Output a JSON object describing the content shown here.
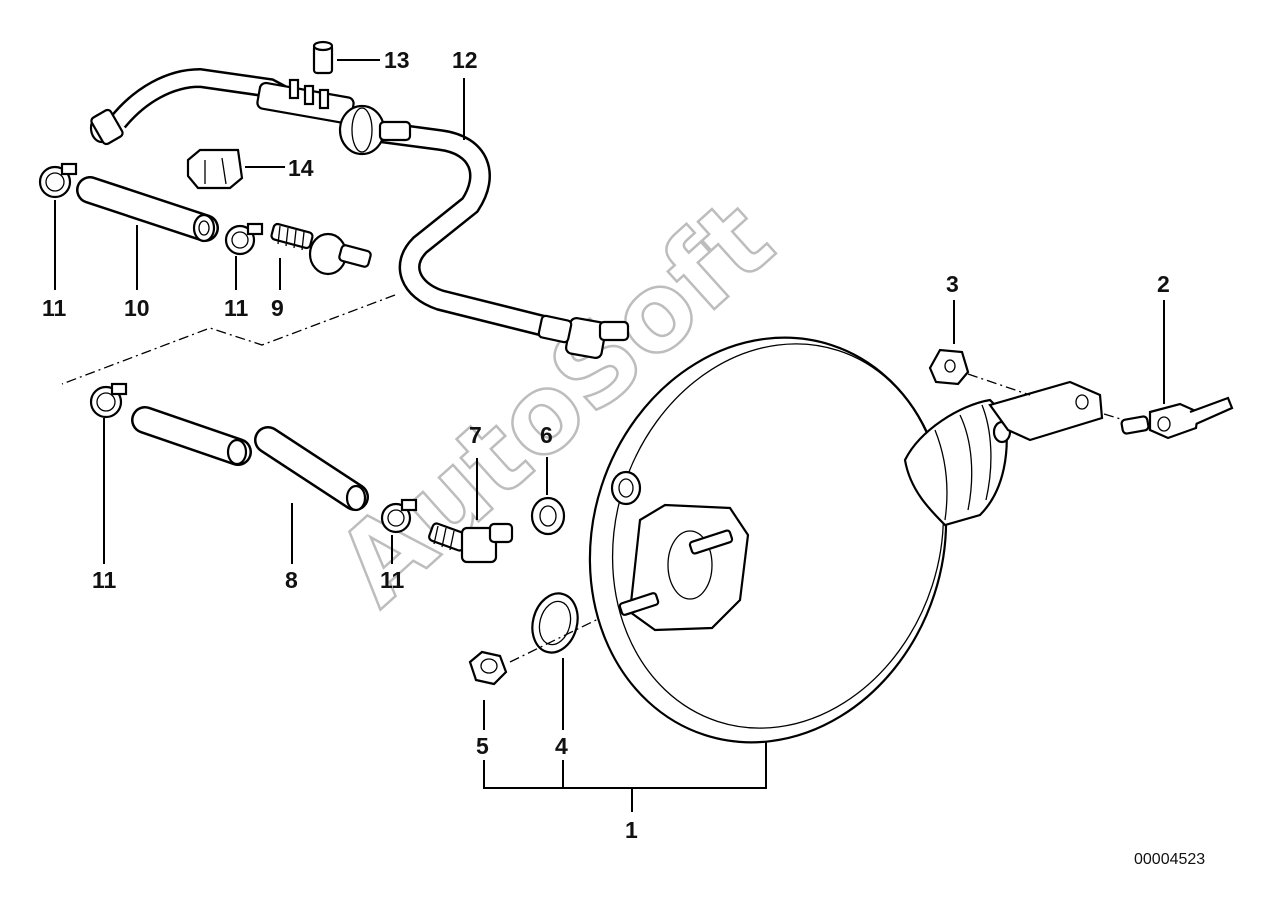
{
  "diagram": {
    "callouts": [
      {
        "id": "c13",
        "text": "13"
      },
      {
        "id": "c12",
        "text": "12"
      },
      {
        "id": "c14",
        "text": "14"
      },
      {
        "id": "c11a",
        "text": "11"
      },
      {
        "id": "c10",
        "text": "10"
      },
      {
        "id": "c11b",
        "text": "11"
      },
      {
        "id": "c9",
        "text": "9"
      },
      {
        "id": "c3",
        "text": "3"
      },
      {
        "id": "c2",
        "text": "2"
      },
      {
        "id": "c7",
        "text": "7"
      },
      {
        "id": "c6",
        "text": "6"
      },
      {
        "id": "c11c",
        "text": "11"
      },
      {
        "id": "c8",
        "text": "8"
      },
      {
        "id": "c11d",
        "text": "11"
      },
      {
        "id": "c5",
        "text": "5"
      },
      {
        "id": "c4",
        "text": "4"
      },
      {
        "id": "c1",
        "text": "1"
      }
    ],
    "watermark": "AutoSoft",
    "diagram_code": "00004523"
  }
}
